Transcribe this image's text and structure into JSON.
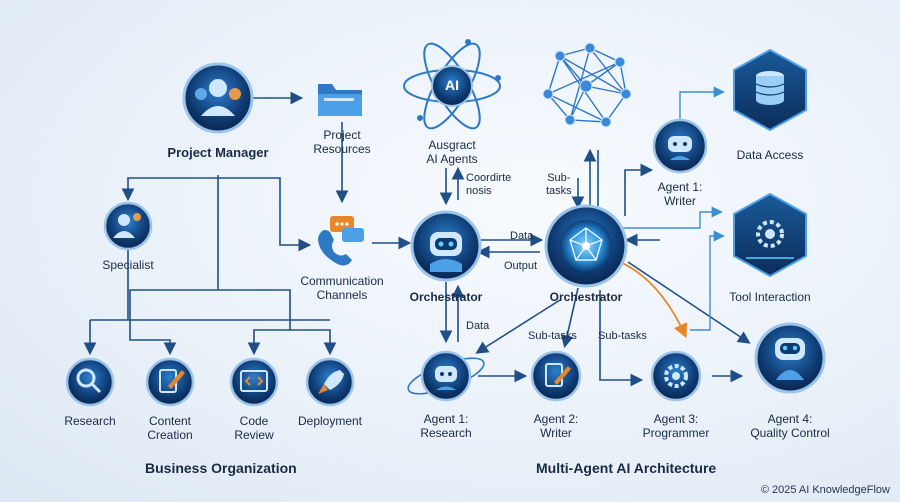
{
  "business": {
    "title": "Business Organization",
    "project_manager": "Project Manager",
    "project_resources": [
      "Project",
      "Resources"
    ],
    "specialist": "Specialist",
    "communication": [
      "Communication",
      "Channels"
    ],
    "research": "Research",
    "content_creation": [
      "Content",
      "Creation"
    ],
    "code_review": [
      "Code",
      "Review"
    ],
    "deployment": "Deployment"
  },
  "ai": {
    "title": "Multi-Agent AI Architecture",
    "agents_hub": [
      "Ausgract",
      "AI Agents"
    ],
    "coord": [
      "Coordirte",
      "nosis"
    ],
    "subtasks_top": [
      "Sub-",
      "tasks"
    ],
    "orchestrator_left": "Orchestrator",
    "orchestrator_center": "Orchestrator",
    "data_top": "Data",
    "output": "Output",
    "data_down": "Data",
    "subtasks_left": "Sub-tasks",
    "subtasks_right": "Sub-tasks",
    "agent_research": [
      "Agent 1:",
      "Research"
    ],
    "agent_writer_bottom": [
      "Agent 2:",
      "Writer"
    ],
    "agent_programmer": [
      "Agent 3:",
      "Programmer"
    ],
    "agent_qc": [
      "Agent 4:",
      "Quality Control"
    ],
    "agent_writer_top": [
      "Agent 1:",
      "Writer"
    ],
    "data_access": "Data Access",
    "tool_interaction": "Tool Interaction",
    "ai_badge": "AI"
  },
  "footer": {
    "copyright": "© 2025 AI KnowledgeFlow"
  },
  "colors": {
    "navy": "#0f2a52",
    "blue": "#2e78c4",
    "line": "#1f4f86",
    "accent": "#e8872a",
    "cyan": "#5bd0ff"
  }
}
